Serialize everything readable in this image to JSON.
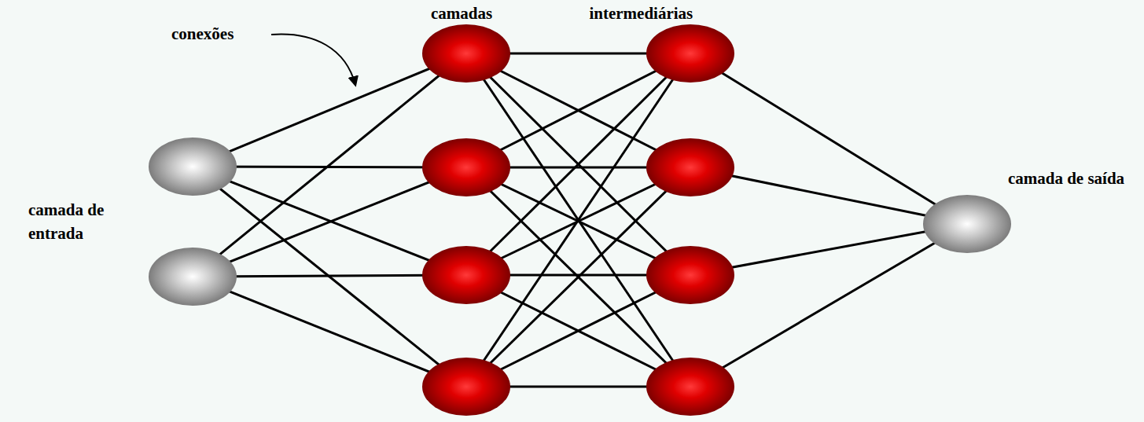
{
  "diagram": {
    "labels": [
      "camadas intermediárias",
      "conexões",
      "camada de entrada",
      "camada de saída"
    ]
  }
}
